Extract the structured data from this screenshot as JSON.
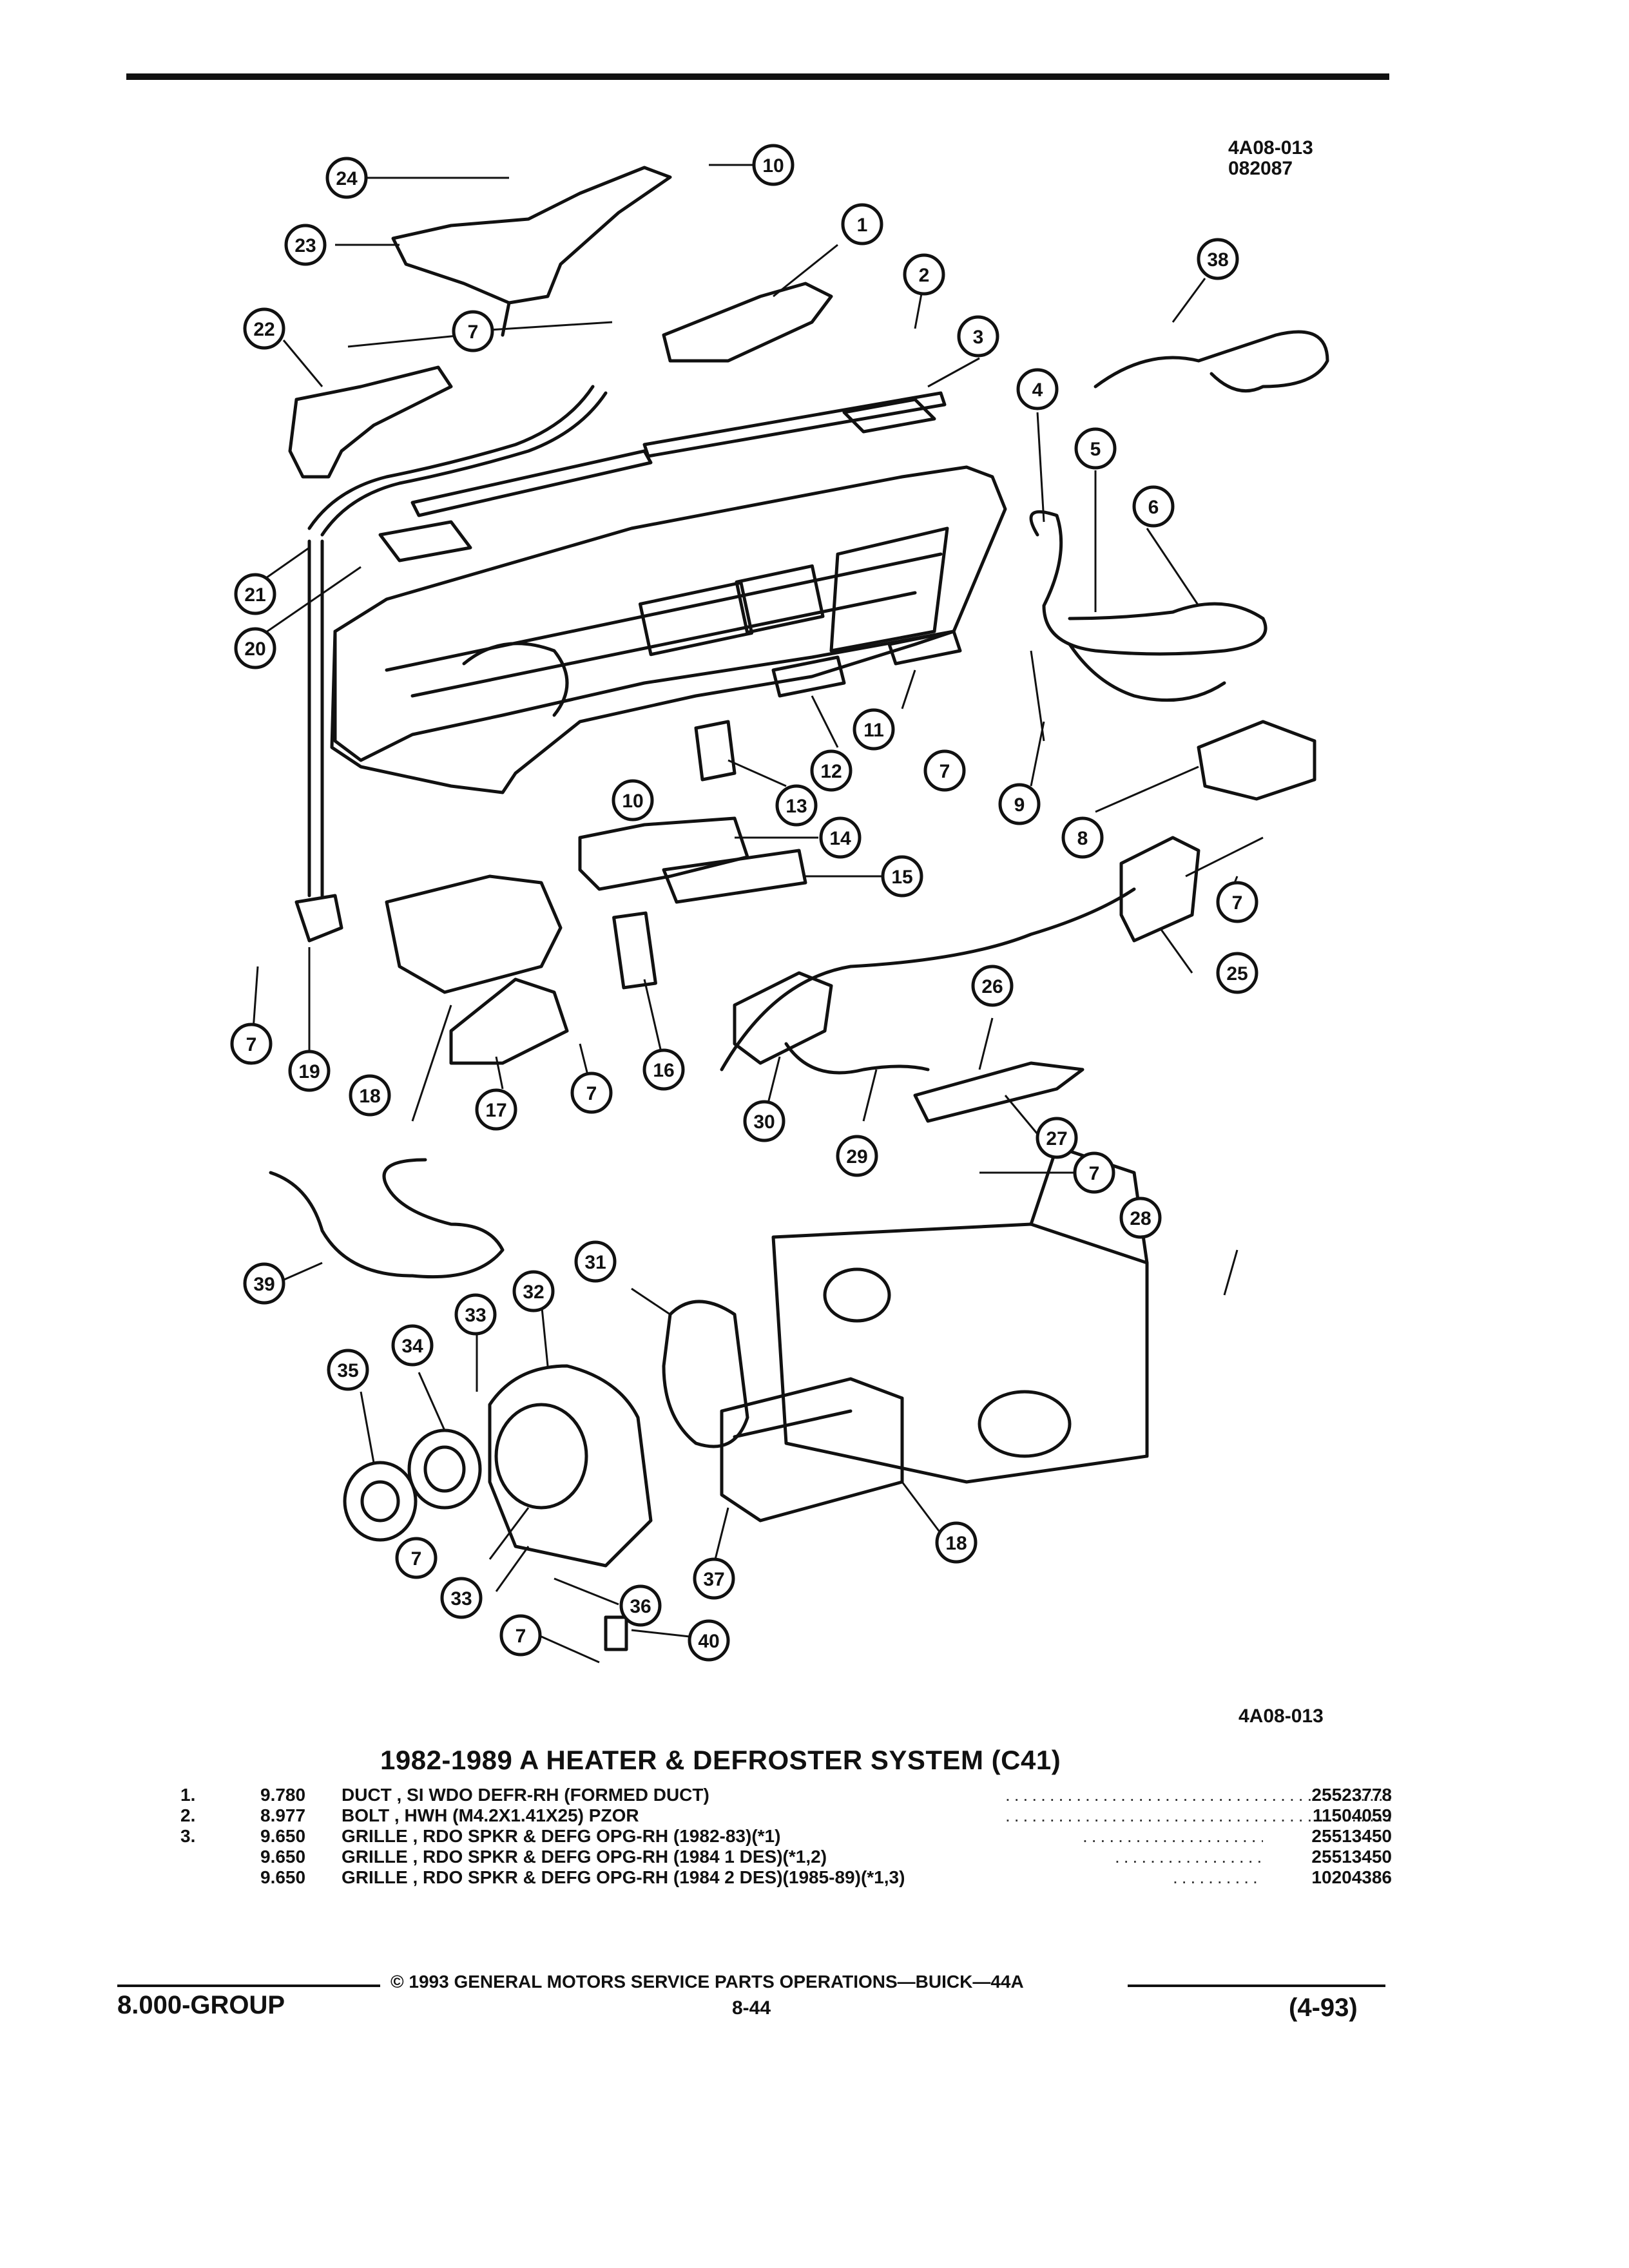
{
  "header": {
    "figure_code": "4A08-013",
    "figure_date": "082087"
  },
  "diagram": {
    "bottom_code": "4A08-013",
    "callouts": [
      "24",
      "10",
      "1",
      "23",
      "7",
      "38",
      "2",
      "3",
      "22",
      "4",
      "5",
      "6",
      "21",
      "20",
      "11",
      "12",
      "13",
      "9",
      "8",
      "10",
      "14",
      "15",
      "7",
      "19",
      "18",
      "17",
      "7",
      "16",
      "25",
      "26",
      "30",
      "29",
      "27",
      "7",
      "39",
      "31",
      "32",
      "33",
      "34",
      "35",
      "28",
      "7",
      "18",
      "37",
      "33",
      "36",
      "7",
      "40"
    ]
  },
  "title": "1982-1989 A HEATER & DEFROSTER SYSTEM (C41)",
  "parts": [
    {
      "num": "1.",
      "level": "9.780",
      "desc": "DUCT , SI WDO DEFR-RH (FORMED DUCT)",
      "pn": "25523778"
    },
    {
      "num": "2.",
      "level": "8.977",
      "desc": "BOLT , HWH (M4.2X1.41X25) PZOR",
      "pn": "11504059"
    },
    {
      "num": "3.",
      "level": "9.650",
      "desc": "GRILLE , RDO SPKR & DEFG OPG-RH (1982-83)(*1)",
      "pn": "25513450"
    },
    {
      "num": "",
      "level": "9.650",
      "desc": "GRILLE , RDO SPKR & DEFG OPG-RH (1984 1 DES)(*1,2)",
      "pn": "25513450"
    },
    {
      "num": "",
      "level": "9.650",
      "desc": "GRILLE , RDO SPKR & DEFG OPG-RH (1984 2 DES)(1985-89)(*1,3)",
      "pn": "10204386"
    }
  ],
  "footer": {
    "copyright": "© 1993 GENERAL MOTORS SERVICE PARTS OPERATIONS—BUICK—44A",
    "group": "8.000-GROUP",
    "page": "8-44",
    "date": "(4-93)"
  }
}
